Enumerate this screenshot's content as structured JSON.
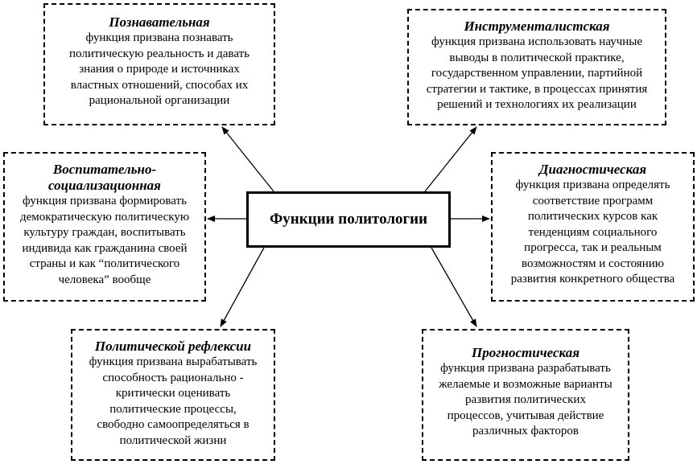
{
  "center": {
    "label": "Функции политологии"
  },
  "boxes": {
    "cognitive": {
      "title": "Познавательная",
      "body": "функция призвана познавать\nполитическую реальность и  давать\nзнания о природе и источниках\nвластных отношений, способах их\nрациональной организации"
    },
    "instrumental": {
      "title": "Инструменталистская",
      "body": "функция  призвана использовать научные\nвыводы в политической практике,\nгосударственном управлении, партийной\nстратегии и тактике, в процессах принятия\nрешений и технологиях их реализации"
    },
    "educational": {
      "title": "Воспитательно-\nсоциализационная",
      "body": "функция призвана формировать\nдемократическую политическую\nкультуру граждан, воспитывать\nиндивида как гражданина своей\nстраны и как “политического\nчеловека” вообще"
    },
    "diagnostic": {
      "title": "Диагностическая",
      "body": "функция   призвана определять\nсоответствие программ\nполитических курсов как\nтенденциям  социального\nпрогресса, так и реальным\nвозможностям  и  состоянию\nразвития  конкретного  общества"
    },
    "reflection": {
      "title": "Политической рефлексии",
      "body": "функция призвана вырабатывать\nспособность рационально -\nкритически оценивать\nполитические  процессы,\nсвободно  самоопределяться   в\nполитической жизни"
    },
    "prognostic": {
      "title": "Прогностическая",
      "body": "функция призвана разрабатывать\nжелаемые и возможные варианты\nразвития политических\nпроцессов,  учитывая действие\nразличных факторов"
    }
  }
}
